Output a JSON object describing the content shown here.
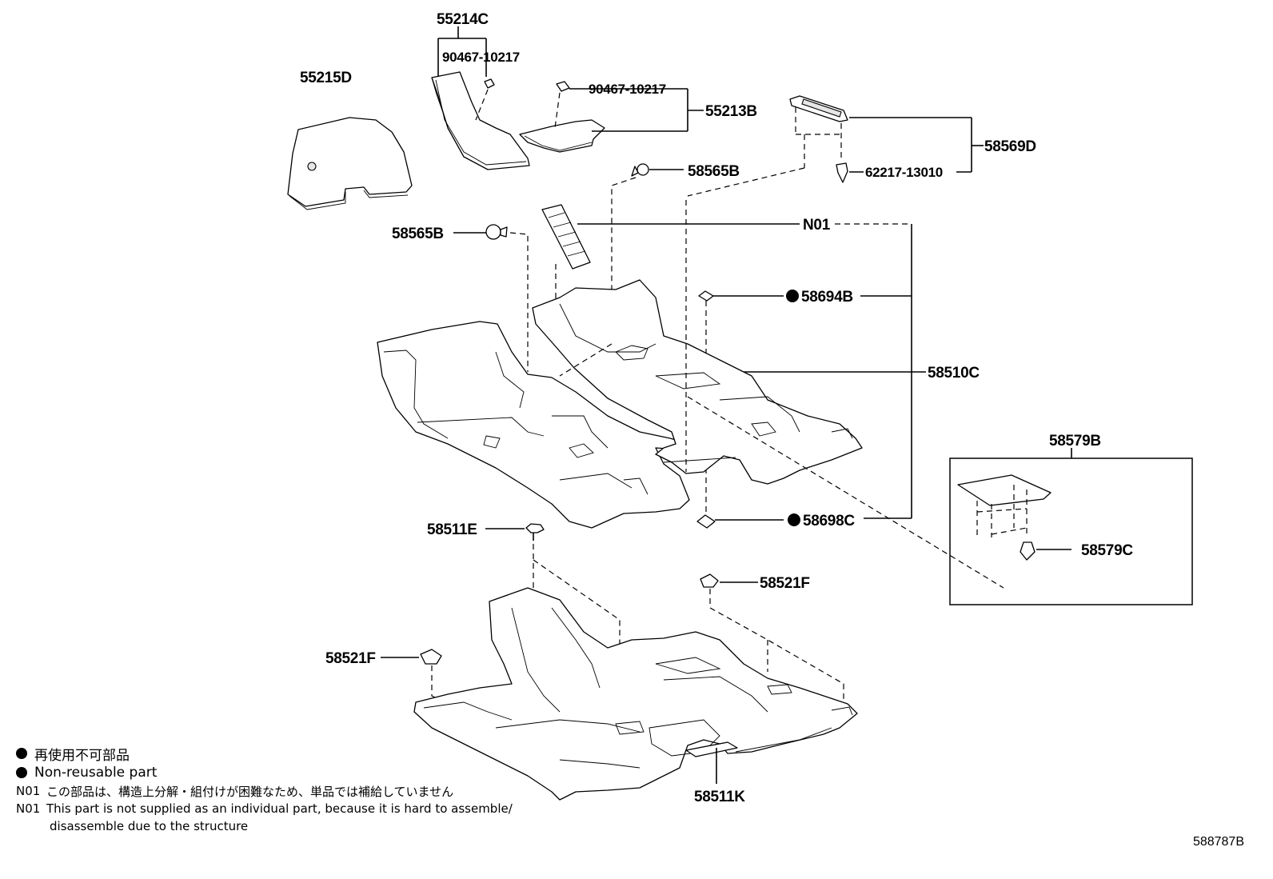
{
  "parts": {
    "p55214C": "55214C",
    "p90467_a": "90467-10217",
    "p55215D": "55215D",
    "p90467_b": "90467-10217",
    "p55213B": "55213B",
    "p58569D": "58569D",
    "p62217": "62217-13010",
    "p58565B_a": "58565B",
    "p58565B_b": "58565B",
    "pN01": "N01",
    "p58694B": "58694B",
    "p58510C": "58510C",
    "p58579B": "58579B",
    "p58579C": "58579C",
    "p58511E": "58511E",
    "p58698C": "58698C",
    "p58521F_a": "58521F",
    "p58521F_b": "58521F",
    "p58511K": "58511K"
  },
  "legend": {
    "jp_nonreusable": "再使用不可部品",
    "en_nonreusable": "Non-reusable part",
    "n01_prefix_jp": "N01",
    "n01_jp": "この部品は、構造上分解・組付けが困難なため、単品では補給していません",
    "n01_prefix_en": "N01",
    "n01_en_1": "This part is not supplied as an individual part, because it is hard to assemble/",
    "n01_en_2": "disassemble due to the structure"
  },
  "illustration_id": "588787B"
}
